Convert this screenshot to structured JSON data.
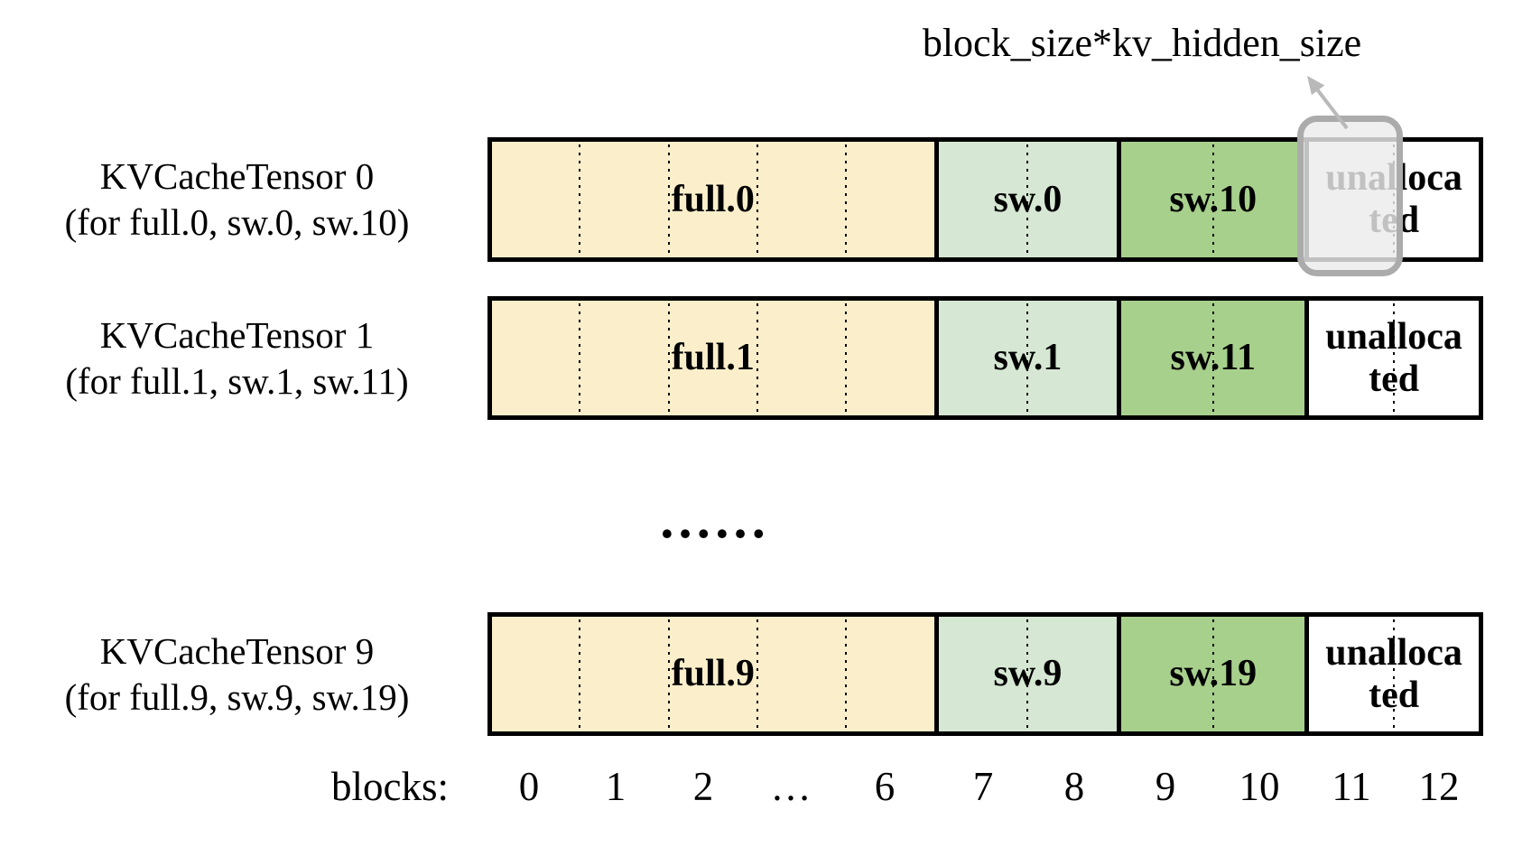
{
  "title": "block_size*kv_hidden_size",
  "mid_ellipsis": "……",
  "colors": {
    "full_fill": "#FBEECB",
    "sw_fill": "#D6E8D3",
    "sw2_fill": "#A8D08D",
    "bar_border": "#000000",
    "highlight_border": "#ABABAB",
    "highlight_fill": "rgba(235,235,235,0.82)",
    "arrow": "#B9B9B9"
  },
  "rows": [
    {
      "name": "KVCacheTensor 0",
      "subtitle": "(for full.0, sw.0, sw.10)",
      "full_label": "full.0",
      "sw_label": "sw.0",
      "sw2_label": "sw.10",
      "unalloc_line1": "unalloca",
      "unalloc_line2": "ted"
    },
    {
      "name": "KVCacheTensor 1",
      "subtitle": "(for full.1, sw.1, sw.11)",
      "full_label": "full.1",
      "sw_label": "sw.1",
      "sw2_label": "sw.11",
      "unalloc_line1": "unalloca",
      "unalloc_line2": "ted"
    },
    {
      "name": "KVCacheTensor 9",
      "subtitle": "(for full.9, sw.9, sw.19)",
      "full_label": "full.9",
      "sw_label": "sw.9",
      "sw2_label": "sw.19",
      "unalloc_line1": "unalloca",
      "unalloc_line2": "ted"
    }
  ],
  "axis": {
    "label": "blocks:",
    "ticks": [
      "0",
      "1",
      "2",
      "…",
      "6",
      "7",
      "8",
      "9",
      "10",
      "11",
      "12"
    ]
  }
}
